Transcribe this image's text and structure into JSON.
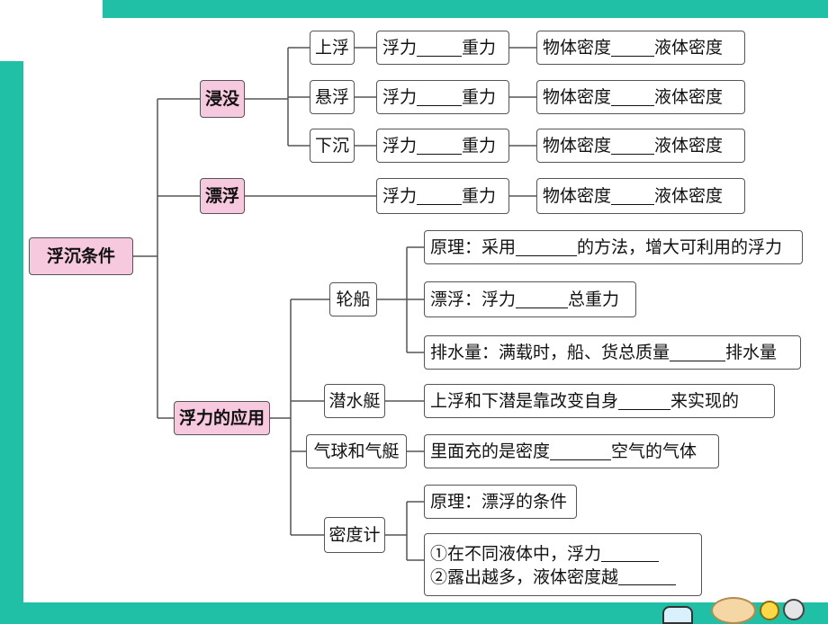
{
  "root": "浮沉条件",
  "level1": {
    "immerse": "浸没",
    "float": "漂浮",
    "application": "浮力的应用"
  },
  "immerse_states": {
    "rise": "上浮",
    "suspend": "悬浮",
    "sink": "下沉"
  },
  "phrases": {
    "buoyancy": "浮力",
    "gravity": "重力",
    "object_density": "物体密度",
    "liquid_density": "液体密度"
  },
  "applications": {
    "ship": "轮船",
    "submarine": "潜水艇",
    "balloon": "气球和气艇",
    "hydrometer": "密度计"
  },
  "ship_notes": {
    "principle_a": "原理：采用",
    "principle_b": "的方法，增大可利用的浮力",
    "float_a": "漂浮：浮力",
    "float_b": "总重力",
    "displacement_a": "排水量：满载时，船、货总质量",
    "displacement_b": "排水量"
  },
  "submarine_note": {
    "a": "上浮和下潜是靠改变自身",
    "b": "来实现的"
  },
  "balloon_note": {
    "a": "里面充的是密度",
    "b": "空气的气体"
  },
  "hydrometer_notes": {
    "principle": "原理：漂浮的条件",
    "line1": "①在不同液体中，浮力",
    "line2": "②露出越多，液体密度越"
  }
}
